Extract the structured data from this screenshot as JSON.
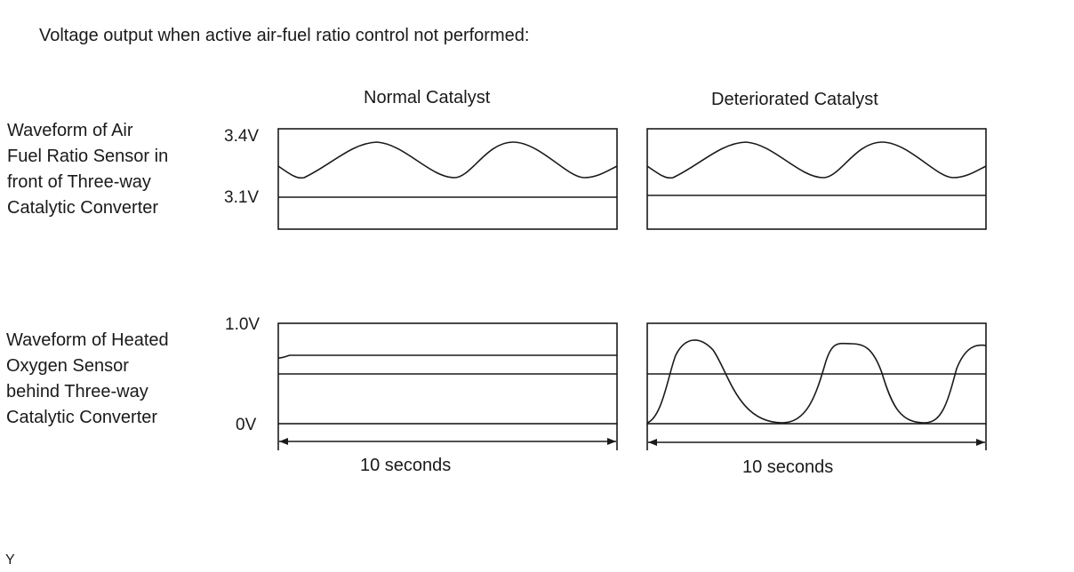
{
  "title": "Voltage output when active air-fuel ratio control not performed:",
  "columns": {
    "normal": "Normal Catalyst",
    "deteriorated": "Deteriorated Catalyst"
  },
  "rows": {
    "afr_sensor": {
      "label_lines": [
        "Waveform of Air",
        "Fuel Ratio Sensor in",
        "front of Three-way",
        "Catalytic Converter"
      ],
      "y_labels": {
        "top": "3.4V",
        "ref": "3.1V"
      }
    },
    "ho2_sensor": {
      "label_lines": [
        "Waveform of Heated",
        "Oxygen Sensor",
        "behind Three-way",
        "Catalytic Converter"
      ],
      "y_labels": {
        "top": "1.0V",
        "bottom": "0V"
      }
    }
  },
  "durations": {
    "normal": "10 seconds",
    "deteriorated": "10 seconds"
  },
  "figure_code": "Y",
  "colors": {
    "line": "#1a1a1a",
    "background": "#ffffff"
  }
}
